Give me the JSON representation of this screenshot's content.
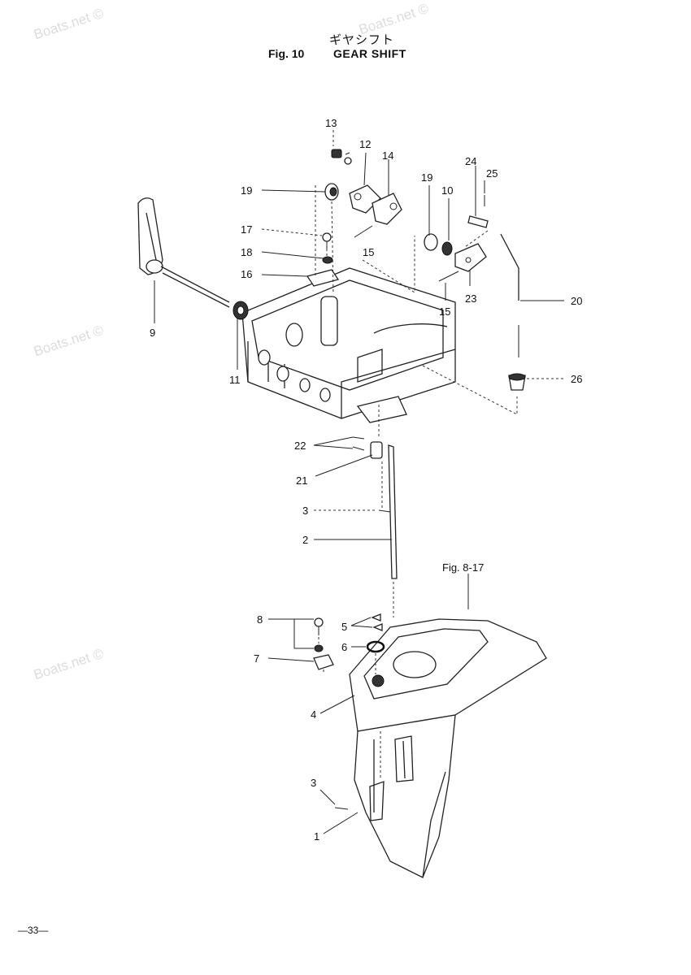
{
  "header": {
    "title_jp": "ギヤシフト",
    "fig_number": "Fig. 10",
    "fig_title": "GEAR SHIFT"
  },
  "watermark": "Boats.net ©",
  "footer": {
    "page_number": "—33—"
  },
  "reference": "Fig. 8-17",
  "callouts": {
    "c1": "1",
    "c2": "2",
    "c3a": "3",
    "c3b": "3",
    "c4": "4",
    "c5": "5",
    "c6": "6",
    "c7": "7",
    "c8": "8",
    "c9": "9",
    "c10": "10",
    "c11": "11",
    "c12": "12",
    "c13": "13",
    "c14": "14",
    "c15a": "15",
    "c15b": "15",
    "c16": "16",
    "c17": "17",
    "c18": "18",
    "c19a": "19",
    "c19b": "19",
    "c20": "20",
    "c21": "21",
    "c22": "22",
    "c23": "23",
    "c24": "24",
    "c25": "25",
    "c26": "26"
  }
}
